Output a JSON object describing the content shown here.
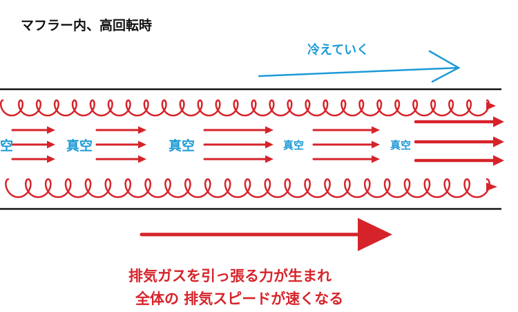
{
  "title": "マフラー内、高回転時",
  "cooling_label": "冷えていく",
  "vacuum_labels": [
    "空",
    "真空",
    "真空",
    "真空",
    "真空"
  ],
  "caption": {
    "line1": "排気ガスを引っ張る力が生まれ",
    "line2": "全体の 排気スピードが速くなる"
  },
  "colors": {
    "red": "#d6232a",
    "blue": "#1c9ad6",
    "pipe": "#111111"
  }
}
